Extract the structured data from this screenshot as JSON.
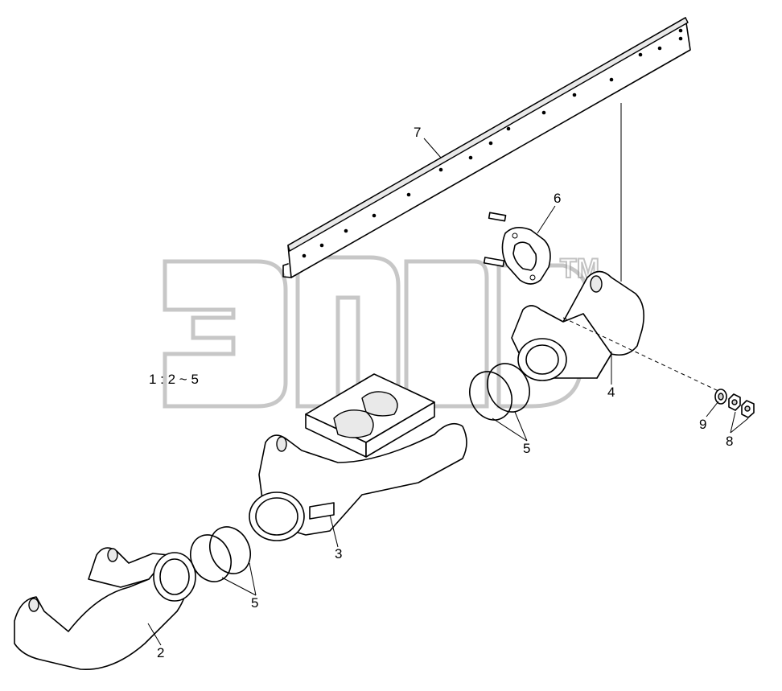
{
  "diagram": {
    "scale_label": "1 : 2 ~ 5",
    "watermark_mark": "TM",
    "callouts": {
      "c1": "7",
      "c2": "6",
      "c3": "4",
      "c4": "9",
      "c5": "8",
      "c6": "5",
      "c7": "5",
      "c8": "3",
      "c9": "2"
    }
  }
}
